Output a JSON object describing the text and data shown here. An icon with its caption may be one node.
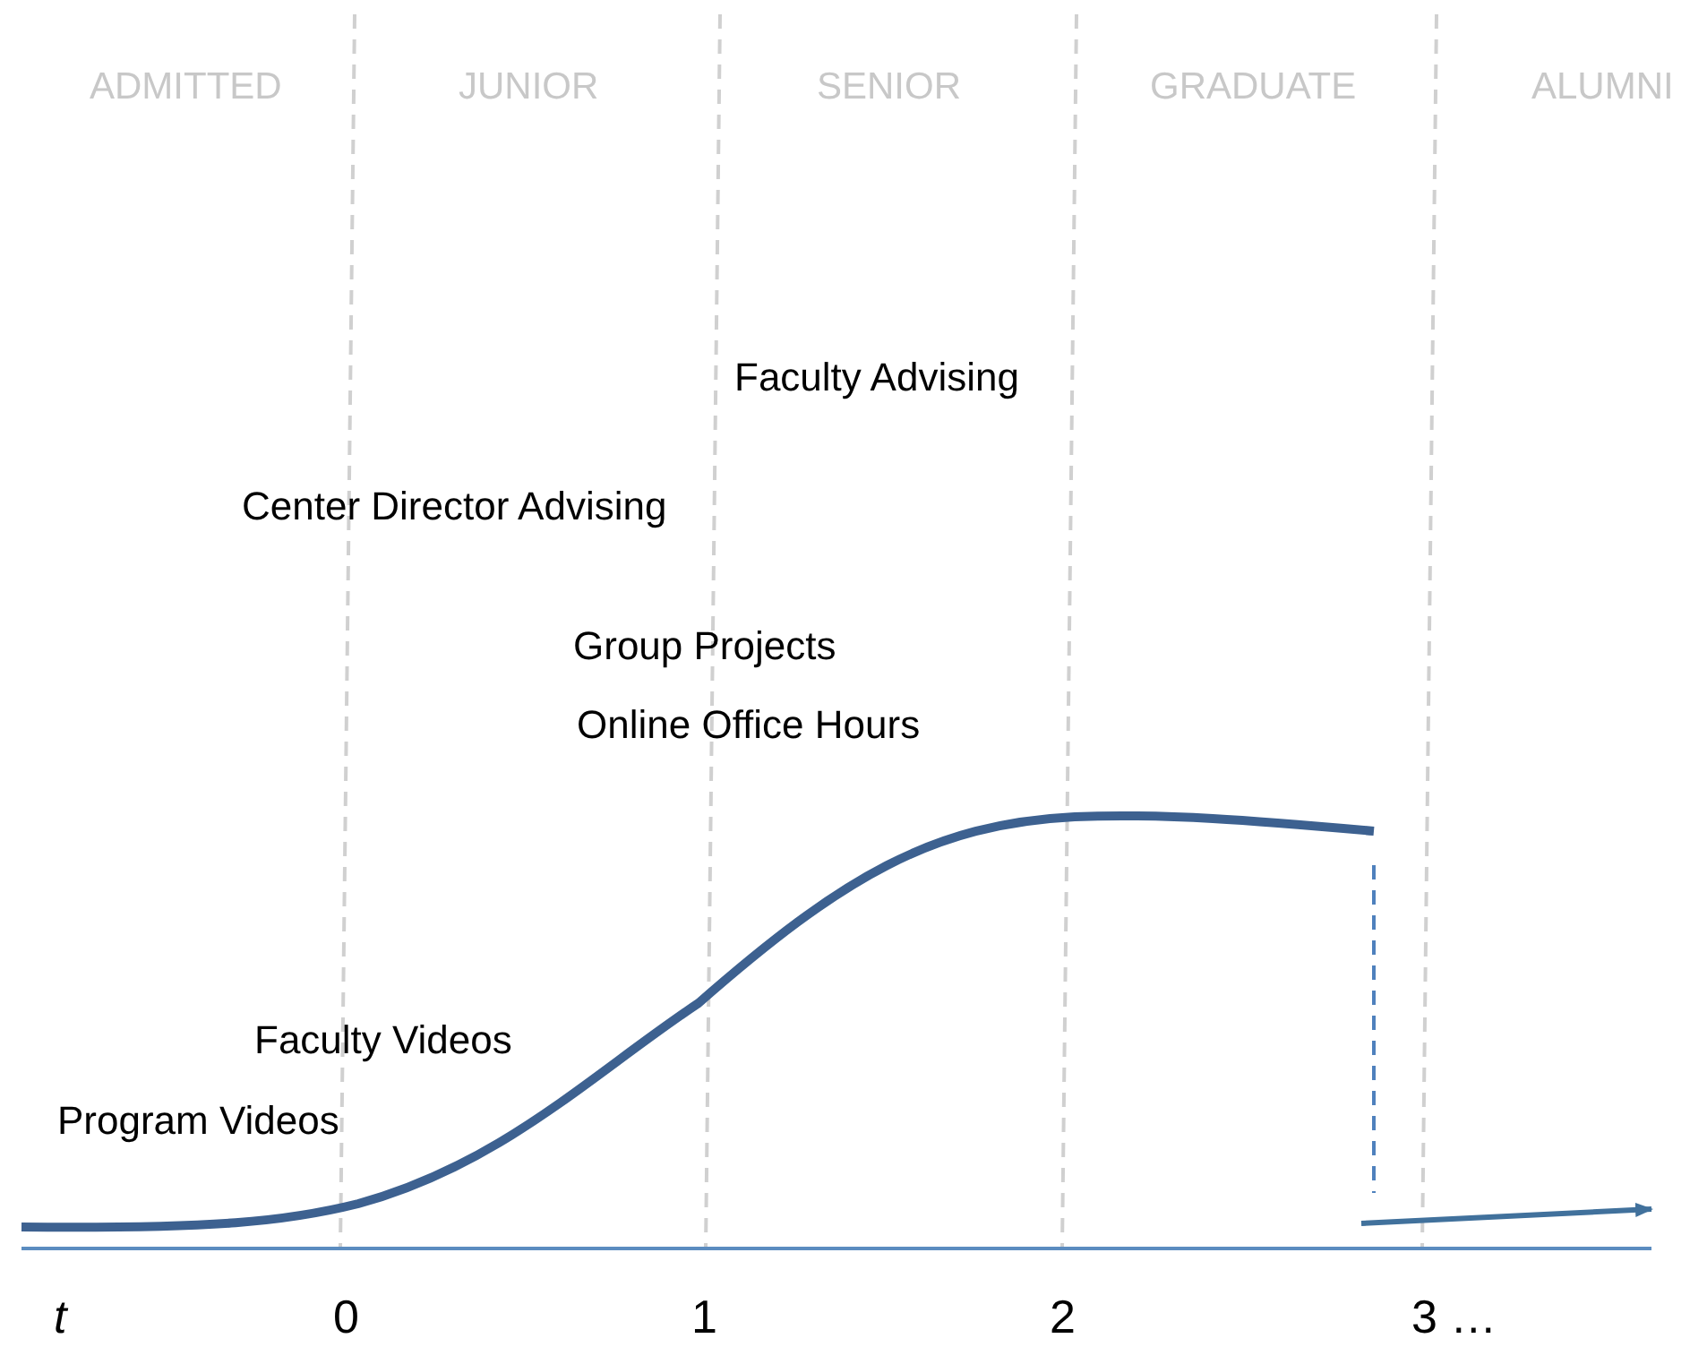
{
  "diagram": {
    "labels": [
      "ADMITTED",
      "JUNIOR",
      "SENIOR",
      "GRADUATE",
      "ALUMNI",
      "Faculty Advising",
      "Center Director Advising",
      "Group Projects",
      "Online Office Hours",
      "Faculty Videos",
      "Program Videos",
      "t",
      "0",
      "1",
      "2",
      "3 …"
    ]
  }
}
